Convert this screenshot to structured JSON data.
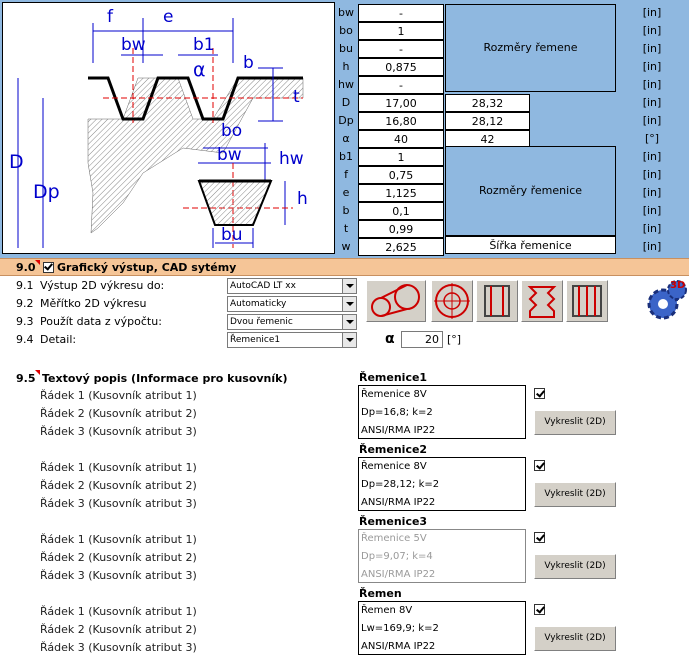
{
  "params": [
    {
      "label": "bw",
      "v1": "-",
      "unit": "[in]"
    },
    {
      "label": "bo",
      "v1": "1",
      "unit": "[in]"
    },
    {
      "label": "bu",
      "v1": "-",
      "unit": "[in]"
    },
    {
      "label": "h",
      "v1": "0,875",
      "unit": "[in]"
    },
    {
      "label": "hw",
      "v1": "-",
      "unit": "[in]"
    },
    {
      "label": "D",
      "v1": "17,00",
      "v2": "28,32",
      "unit": "[in]"
    },
    {
      "label": "Dp",
      "v1": "16,80",
      "v2": "28,12",
      "unit": "[in]"
    },
    {
      "label": "α",
      "v1": "40",
      "v2": "42",
      "unit": "[°]"
    },
    {
      "label": "b1",
      "v1": "1",
      "unit": "[in]"
    },
    {
      "label": "f",
      "v1": "0,75",
      "unit": "[in]"
    },
    {
      "label": "e",
      "v1": "1,125",
      "unit": "[in]"
    },
    {
      "label": "b",
      "v1": "0,1",
      "unit": "[in]"
    },
    {
      "label": "t",
      "v1": "0,99",
      "unit": "[in]"
    },
    {
      "label": "w",
      "v1": "2,625",
      "unit": "[in]"
    }
  ],
  "groups": {
    "belt": "Rozměry řemene",
    "pulley": "Rozměry řemenice",
    "width": "Šířka řemenice"
  },
  "drawing_labels": {
    "f": "f",
    "e": "e",
    "bw": "bw",
    "b1": "b1",
    "alpha": "α",
    "b": "b",
    "t": "t",
    "D": "D",
    "Dp": "Dp",
    "bo": "bo",
    "bw2": "bw",
    "hw": "hw",
    "h": "h",
    "bu": "bu"
  },
  "section90": {
    "num": "9.0",
    "title": "Grafický výstup, CAD sytémy"
  },
  "rows": [
    {
      "num": "9.1",
      "label": "Výstup 2D výkresu do:",
      "value": "AutoCAD LT xx"
    },
    {
      "num": "9.2",
      "label": "Měřítko 2D výkresu",
      "value": "Automaticky"
    },
    {
      "num": "9.3",
      "label": "Použít data z výpočtu:",
      "value": "Dvou řemenic"
    },
    {
      "num": "9.4",
      "label": "Detail:",
      "value": "Řemenice1"
    }
  ],
  "alpha": {
    "label": "α",
    "value": "20",
    "unit": "[°]"
  },
  "three_d_label": "3D",
  "section95": {
    "num": "9.5",
    "title": "Textový popis (Informace pro kusovník)"
  },
  "parts": [
    {
      "title": "Řemenice1",
      "lines": [
        "Řemenice 8V",
        "Dp=16,8;  k=2",
        "ANSI/RMA IP22"
      ],
      "attrs": [
        "Řádek 1 (Kusovník atribut 1)",
        "Řádek 2 (Kusovník atribut 2)",
        "Řádek 3 (Kusovník atribut 3)"
      ],
      "button": "Vykreslit (2D)"
    },
    {
      "title": "Řemenice2",
      "lines": [
        "Řemenice 8V",
        "Dp=28,12;  k=2",
        "ANSI/RMA IP22"
      ],
      "attrs": [
        "Řádek 1 (Kusovník atribut 1)",
        "Řádek 2 (Kusovník atribut 2)",
        "Řádek 3 (Kusovník atribut 3)"
      ],
      "button": "Vykreslit (2D)"
    },
    {
      "title": "Řemenice3",
      "lines": [
        "Řemenice 5V",
        "Dp=9,07;  k=4",
        "ANSI/RMA IP22"
      ],
      "attrs": [
        "Řádek 1 (Kusovník atribut 1)",
        "Řádek 2 (Kusovník atribut 2)",
        "Řádek 3 (Kusovník atribut 3)"
      ],
      "button": "Vykreslit (2D)"
    },
    {
      "title": "Řemen",
      "lines": [
        "Řemen 8V",
        "Lw=169,9;  k=2",
        "ANSI/RMA IP22"
      ],
      "attrs": [
        "Řádek 1 (Kusovník atribut 1)",
        "Řádek 2 (Kusovník atribut 2)",
        "Řádek 3 (Kusovník atribut 3)"
      ],
      "button": "Vykreslit (2D)"
    }
  ],
  "colors": {
    "panel": "#8fb8e0",
    "section": "#f5c597",
    "drawing_blue": "#0000cc",
    "flag": "#e00000"
  }
}
